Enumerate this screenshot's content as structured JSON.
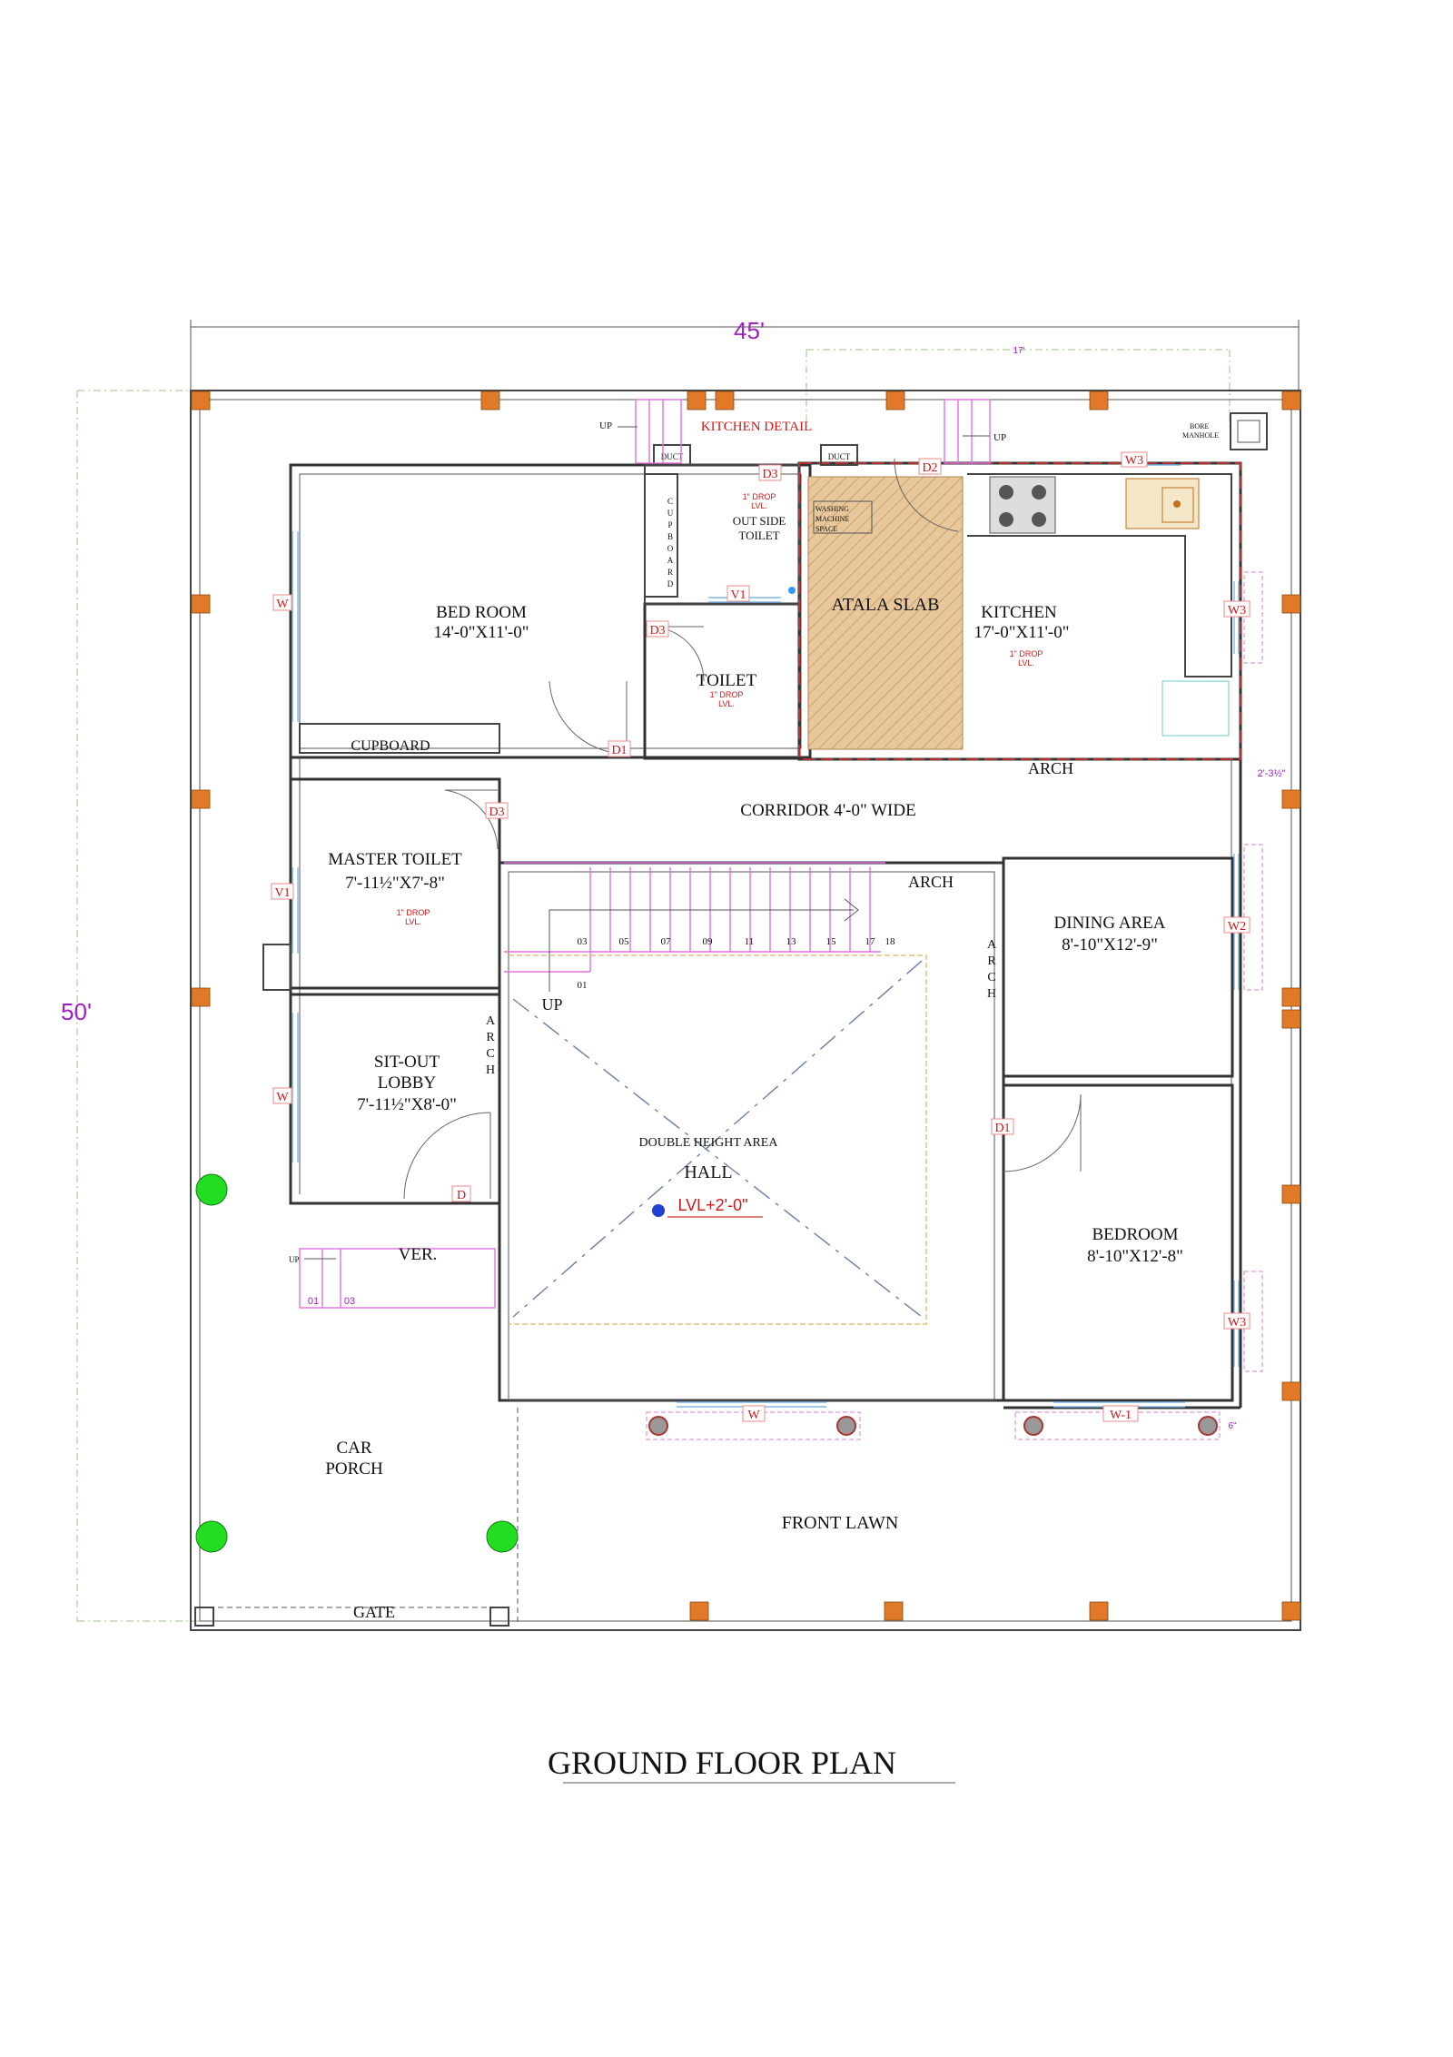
{
  "title": "GROUND FLOOR PLAN",
  "dimensions": {
    "width": "45'",
    "depth": "50'",
    "kitchen_top": "17'",
    "side_gap": "2'-3½\"",
    "bottom_gap": "6\""
  },
  "rooms": {
    "bed_room": {
      "name": "BED ROOM",
      "size": "14'-0\"X11'-0\""
    },
    "cupboard_bed": "CUPBOARD",
    "cupboard_vertical": "CUPBOARD",
    "outside_toilet": {
      "name": "OUT SIDE TOILET",
      "drop": "1\" DROP LVL."
    },
    "toilet": {
      "name": "TOILET",
      "drop": "1\" DROP LVL."
    },
    "atala_slab": "ATALA SLAB",
    "washing": "WASHING MACHINE SPACE",
    "kitchen": {
      "name": "KITCHEN",
      "size": "17'-0\"X11'-0\"",
      "drop": "1\" DROP LVL."
    },
    "kitchen_detail": "KITCHEN DETAIL",
    "corridor": "CORRIDOR 4'-0\" WIDE",
    "master_toilet": {
      "name": "MASTER TOILET",
      "size": "7'-11½\"X7'-8\"",
      "drop": "1\" DROP LVL."
    },
    "dining": {
      "name": "DINING AREA",
      "size": "8'-10\"X12'-9\""
    },
    "sitout": {
      "name": "SIT-OUT LOBBY",
      "size": "7'-11½\"X8'-0\""
    },
    "hall": {
      "name": "HALL",
      "sub": "DOUBLE HEIGHT AREA",
      "level": "LVL+2'-0\""
    },
    "bedroom2": {
      "name": "BEDROOM",
      "size": "8'-10\"X12'-8\""
    },
    "verandah": "VER.",
    "car_porch": "CAR PORCH",
    "front_lawn": "FRONT LAWN",
    "gate": "GATE",
    "bore": "BORE MANHOLE",
    "duct": "DUCT"
  },
  "labels": {
    "arch": "ARCH",
    "up": "UP",
    "stair_numbers": [
      "01",
      "03",
      "05",
      "07",
      "09",
      "11",
      "13",
      "15",
      "17",
      "18"
    ],
    "ver_steps": [
      "01",
      "03"
    ],
    "doors": {
      "d": "D",
      "d1": "D1",
      "d2": "D2",
      "d3": "D3"
    },
    "windows": {
      "w": "W",
      "w1": "W-1",
      "w2": "W2",
      "w3": "W3",
      "v1": "V1"
    }
  },
  "colors": {
    "wall": "#333333",
    "column": "#e07a28",
    "tree": "#22dd22",
    "dimension_text": "#a020c0",
    "annotation_red": "#d01818",
    "window": "#7fb6e6",
    "atala_slab": "#e8c89a"
  }
}
